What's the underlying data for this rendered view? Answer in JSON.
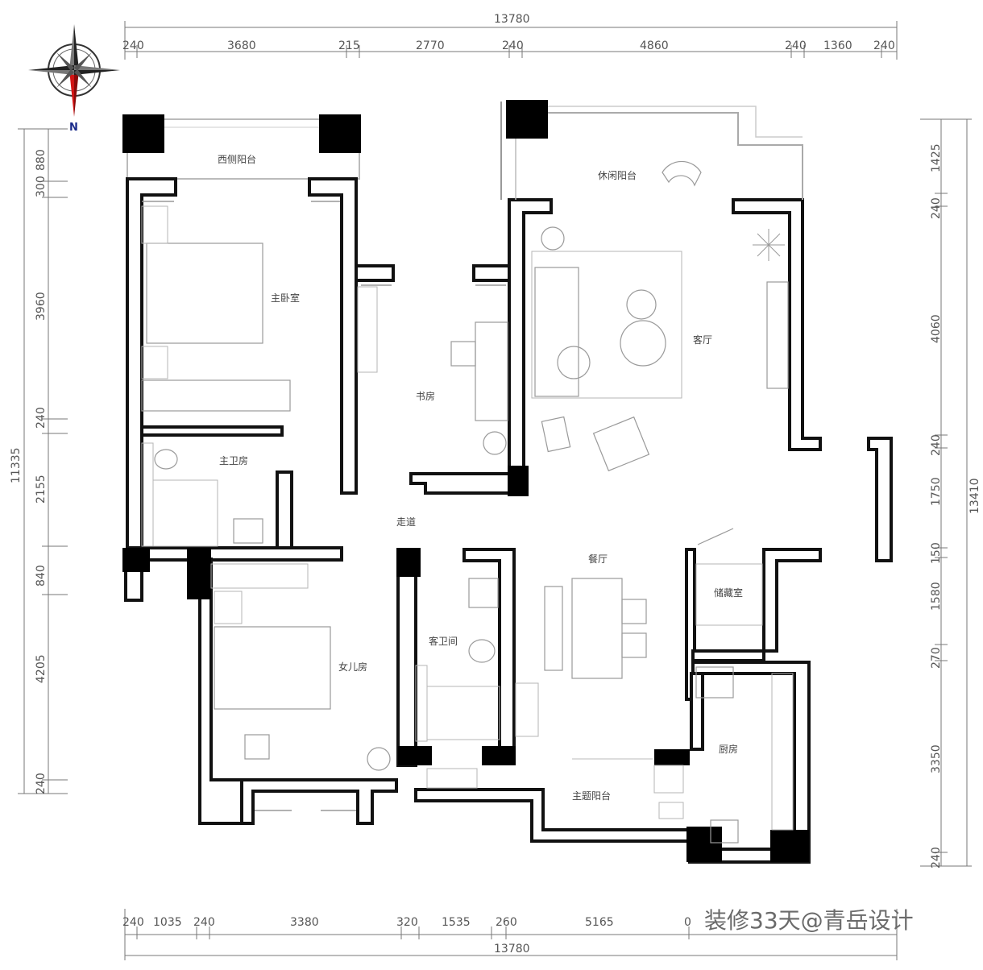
{
  "compass": {
    "north_label": "N"
  },
  "dimensions": {
    "top_total": "13780",
    "top_segments": [
      "240",
      "3680",
      "215",
      "2770",
      "240",
      "4860",
      "240",
      "1360",
      "240"
    ],
    "bottom_total": "13780",
    "bottom_segments": [
      "240",
      "1035",
      "240",
      "3380",
      "320",
      "1535",
      "260",
      "5165",
      "0"
    ],
    "left_total": "11335",
    "left_segments": [
      "880",
      "300",
      "3960",
      "240",
      "2155",
      "840",
      "4205",
      "240"
    ],
    "right_total": "13410",
    "right_segments": [
      "1425",
      "240",
      "4060",
      "240",
      "1750",
      "150",
      "1580",
      "270",
      "3350",
      "240"
    ]
  },
  "rooms": {
    "west_balcony": "西侧阳台",
    "leisure_balcony": "休闲阳台",
    "master_bedroom": "主卧室",
    "study": "书房",
    "living_room": "客厅",
    "master_bath": "主卫房",
    "corridor": "走道",
    "dining_room": "餐厅",
    "storage": "储藏室",
    "daughter_room": "女儿房",
    "guest_bath": "客卫间",
    "kitchen": "厨房",
    "service_balcony": "主题阳台"
  },
  "watermark": "装修33天@青岳设计"
}
